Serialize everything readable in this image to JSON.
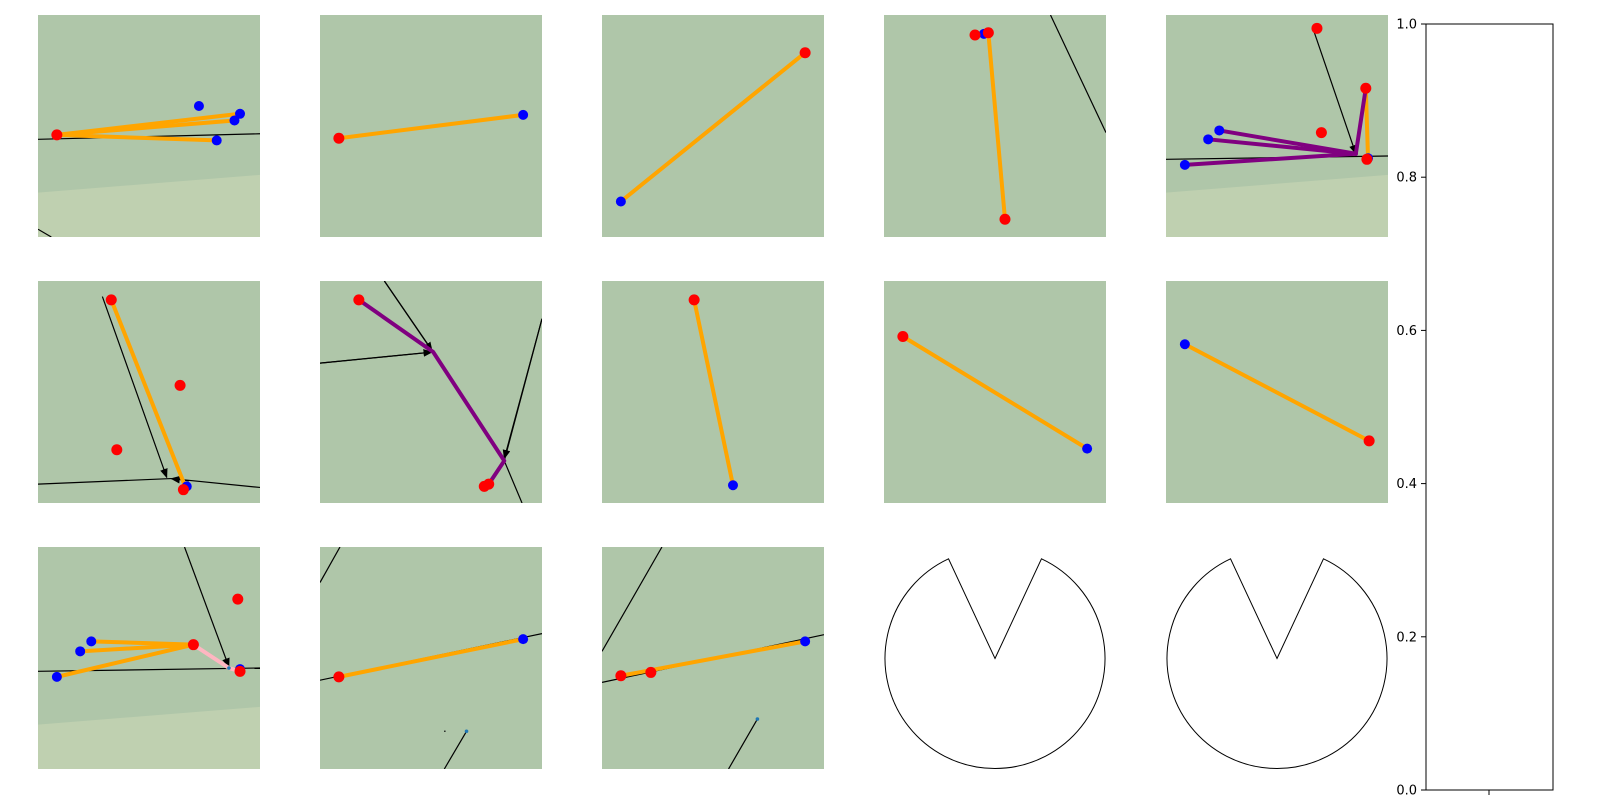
{
  "colors": {
    "background": "#ffffff",
    "field": "#afc6a9",
    "field_light": "#bfd0b0",
    "edge": "#ffa500",
    "path": "#800080",
    "highlight": "#ffb6c1",
    "agent_red": "#ff0000",
    "agent_blue": "#0000ff",
    "wall": "#000000",
    "marker": "#1f77b4"
  },
  "panels": [
    {
      "id": "r1c1",
      "light_band": true,
      "walls": [
        {
          "from": [
            0,
            0.56
          ],
          "to": [
            1,
            0.535
          ]
        },
        {
          "from": [
            0,
            0.965
          ],
          "to": [
            0.06,
            1.0
          ]
        }
      ],
      "arrows": [],
      "red": [
        [
          0.085,
          0.54
        ]
      ],
      "blue": [
        [
          0.725,
          0.41
        ],
        [
          0.91,
          0.445
        ],
        [
          0.885,
          0.475
        ],
        [
          0.805,
          0.565
        ]
      ],
      "edges": [
        {
          "color": "edge",
          "points": [
            [
              0.085,
              0.54
            ],
            [
              0.91,
              0.445
            ]
          ]
        },
        {
          "color": "edge",
          "points": [
            [
              0.085,
              0.54
            ],
            [
              0.885,
              0.475
            ]
          ]
        },
        {
          "color": "edge",
          "points": [
            [
              0.085,
              0.54
            ],
            [
              0.805,
              0.565
            ]
          ]
        }
      ],
      "markers": []
    },
    {
      "id": "r1c2",
      "light_band": false,
      "walls": [],
      "arrows": [],
      "red": [
        [
          0.085,
          0.555
        ]
      ],
      "blue": [
        [
          0.915,
          0.45
        ]
      ],
      "edges": [
        {
          "color": "edge",
          "points": [
            [
              0.085,
              0.555
            ],
            [
              0.915,
              0.45
            ]
          ]
        }
      ],
      "markers": []
    },
    {
      "id": "r1c3",
      "light_band": false,
      "walls": [],
      "arrows": [],
      "red": [
        [
          0.915,
          0.17
        ]
      ],
      "blue": [
        [
          0.085,
          0.84
        ]
      ],
      "edges": [
        {
          "color": "edge",
          "points": [
            [
              0.085,
              0.84
            ],
            [
              0.915,
              0.17
            ]
          ]
        }
      ],
      "markers": []
    },
    {
      "id": "r1c4",
      "light_band": false,
      "walls": [
        {
          "from": [
            0.75,
            0.0
          ],
          "to": [
            1.0,
            0.53
          ]
        }
      ],
      "arrows": [],
      "red": [
        [
          0.41,
          0.09
        ],
        [
          0.47,
          0.08
        ],
        [
          0.545,
          0.92
        ]
      ],
      "blue": [
        [
          0.45,
          0.085
        ]
      ],
      "edges": [
        {
          "color": "edge",
          "points": [
            [
              0.47,
              0.08
            ],
            [
              0.545,
              0.92
            ]
          ]
        }
      ],
      "markers": []
    },
    {
      "id": "r1c5",
      "light_band": true,
      "walls": [
        {
          "from": [
            0,
            0.65
          ],
          "to": [
            1,
            0.635
          ]
        }
      ],
      "arrows": [
        {
          "from": [
            0.66,
            0.055
          ],
          "to": [
            0.855,
            0.625
          ]
        }
      ],
      "red": [
        [
          0.68,
          0.06
        ],
        [
          0.9,
          0.33
        ],
        [
          0.7,
          0.53
        ],
        [
          0.905,
          0.65
        ]
      ],
      "blue": [
        [
          0.24,
          0.52
        ],
        [
          0.19,
          0.56
        ],
        [
          0.085,
          0.675
        ],
        [
          0.91,
          0.645
        ]
      ],
      "edges": [
        {
          "color": "edge",
          "points": [
            [
              0.9,
              0.33
            ],
            [
              0.91,
              0.645
            ]
          ]
        },
        {
          "color": "path",
          "points": [
            [
              0.24,
              0.52
            ],
            [
              0.855,
              0.625
            ]
          ]
        },
        {
          "color": "path",
          "points": [
            [
              0.19,
              0.56
            ],
            [
              0.855,
              0.625
            ]
          ]
        },
        {
          "color": "path",
          "points": [
            [
              0.085,
              0.675
            ],
            [
              0.855,
              0.625
            ]
          ]
        },
        {
          "color": "path",
          "points": [
            [
              0.9,
              0.33
            ],
            [
              0.855,
              0.625
            ]
          ]
        }
      ],
      "markers": []
    },
    {
      "id": "r2c1",
      "light_band": false,
      "walls": [
        {
          "from": [
            0,
            0.915
          ],
          "to": [
            0.6,
            0.89
          ]
        },
        {
          "from": [
            0.6,
            0.89
          ],
          "to": [
            1.0,
            0.93
          ]
        }
      ],
      "arrows": [
        {
          "from": [
            0.29,
            0.07
          ],
          "to": [
            0.58,
            0.885
          ]
        },
        {
          "from": [
            0.68,
            0.9
          ],
          "to": [
            0.6,
            0.89
          ]
        }
      ],
      "red": [
        [
          0.33,
          0.085
        ],
        [
          0.64,
          0.47
        ],
        [
          0.355,
          0.76
        ],
        [
          0.655,
          0.94
        ]
      ],
      "blue": [
        [
          0.67,
          0.925
        ]
      ],
      "edges": [
        {
          "color": "edge",
          "points": [
            [
              0.33,
              0.085
            ],
            [
              0.665,
              0.93
            ]
          ]
        }
      ],
      "markers": []
    },
    {
      "id": "r2c2",
      "light_band": false,
      "walls": [
        {
          "from": [
            0.29,
            0.0
          ],
          "to": [
            0.51,
            0.32
          ]
        },
        {
          "from": [
            0.0,
            0.37
          ],
          "to": [
            0.51,
            0.32
          ]
        },
        {
          "from": [
            1.0,
            0.17
          ],
          "to": [
            0.83,
            0.81
          ]
        },
        {
          "from": [
            0.83,
            0.81
          ],
          "to": [
            0.91,
            1.0
          ]
        }
      ],
      "arrows": [
        {
          "from": [
            0.29,
            0.0
          ],
          "to": [
            0.505,
            0.315
          ]
        },
        {
          "from": [
            0.0,
            0.37
          ],
          "to": [
            0.505,
            0.32
          ]
        },
        {
          "from": [
            1.0,
            0.17
          ],
          "to": [
            0.83,
            0.8
          ]
        }
      ],
      "red": [
        [
          0.175,
          0.085
        ],
        [
          0.74,
          0.925
        ],
        [
          0.76,
          0.915
        ]
      ],
      "blue": [],
      "edges": [
        {
          "color": "path",
          "points": [
            [
              0.175,
              0.085
            ],
            [
              0.51,
              0.32
            ],
            [
              0.83,
              0.81
            ],
            [
              0.76,
              0.915
            ]
          ]
        }
      ],
      "markers": []
    },
    {
      "id": "r2c3",
      "light_band": false,
      "walls": [],
      "arrows": [],
      "red": [
        [
          0.415,
          0.085
        ]
      ],
      "blue": [
        [
          0.59,
          0.92
        ]
      ],
      "edges": [
        {
          "color": "edge",
          "points": [
            [
              0.415,
              0.085
            ],
            [
              0.59,
              0.92
            ]
          ]
        }
      ],
      "markers": []
    },
    {
      "id": "r2c4",
      "light_band": false,
      "walls": [],
      "arrows": [],
      "red": [
        [
          0.085,
          0.25
        ]
      ],
      "blue": [
        [
          0.915,
          0.755
        ]
      ],
      "edges": [
        {
          "color": "edge",
          "points": [
            [
              0.085,
              0.25
            ],
            [
              0.915,
              0.755
            ]
          ]
        }
      ],
      "markers": []
    },
    {
      "id": "r2c5",
      "light_band": false,
      "walls": [],
      "arrows": [],
      "red": [
        [
          0.915,
          0.72
        ]
      ],
      "blue": [
        [
          0.085,
          0.285
        ]
      ],
      "edges": [
        {
          "color": "edge",
          "points": [
            [
              0.085,
              0.285
            ],
            [
              0.915,
              0.72
            ]
          ]
        }
      ],
      "markers": []
    },
    {
      "id": "r3c1",
      "light_band": true,
      "walls": [
        {
          "from": [
            0,
            0.56
          ],
          "to": [
            1,
            0.545
          ]
        }
      ],
      "arrows": [
        {
          "from": [
            0.66,
            0.0
          ],
          "to": [
            0.86,
            0.54
          ]
        }
      ],
      "red": [
        [
          0.9,
          0.235
        ],
        [
          0.7,
          0.44
        ],
        [
          0.91,
          0.56
        ]
      ],
      "blue": [
        [
          0.24,
          0.425
        ],
        [
          0.19,
          0.47
        ],
        [
          0.085,
          0.585
        ],
        [
          0.91,
          0.55
        ]
      ],
      "edges": [
        {
          "color": "edge",
          "points": [
            [
              0.24,
              0.425
            ],
            [
              0.7,
              0.44
            ]
          ]
        },
        {
          "color": "edge",
          "points": [
            [
              0.19,
              0.47
            ],
            [
              0.7,
              0.44
            ]
          ]
        },
        {
          "color": "edge",
          "points": [
            [
              0.085,
              0.585
            ],
            [
              0.7,
              0.44
            ]
          ]
        },
        {
          "color": "highlight",
          "points": [
            [
              0.7,
              0.44
            ],
            [
              0.86,
              0.545
            ],
            [
              0.91,
              0.56
            ]
          ]
        }
      ],
      "markers": [
        [
          0.86,
          0.545
        ]
      ]
    },
    {
      "id": "r3c2",
      "light_band": false,
      "walls": [
        {
          "from": [
            0.0,
            0.16
          ],
          "to": [
            0.09,
            0.0
          ]
        },
        {
          "from": [
            0.0,
            0.6
          ],
          "to": [
            1.0,
            0.39
          ]
        },
        {
          "from": [
            0.56,
            0.83
          ],
          "to": [
            0.56,
            0.83
          ]
        },
        {
          "from": [
            0.565,
            0.83
          ],
          "to": [
            0.56,
            0.83
          ]
        },
        {
          "from": [
            0.565,
            0.83
          ],
          "to": [
            0.56,
            0.83
          ]
        }
      ],
      "arrows": [],
      "red": [
        [
          0.085,
          0.585
        ]
      ],
      "blue": [
        [
          0.915,
          0.415
        ]
      ],
      "edges": [
        {
          "color": "edge",
          "points": [
            [
              0.085,
              0.585
            ],
            [
              0.915,
              0.415
            ]
          ]
        }
      ],
      "markers": [
        [
          0.66,
          0.83
        ]
      ],
      "extra_walls": [
        {
          "from": [
            0.66,
            0.83
          ],
          "to": [
            0.56,
            1.0
          ]
        }
      ]
    },
    {
      "id": "r3c3",
      "light_band": false,
      "walls": [
        {
          "from": [
            0.0,
            0.47
          ],
          "to": [
            0.27,
            0.0
          ]
        },
        {
          "from": [
            0.0,
            0.61
          ],
          "to": [
            1.0,
            0.395
          ]
        }
      ],
      "arrows": [],
      "red": [
        [
          0.085,
          0.58
        ],
        [
          0.22,
          0.565
        ]
      ],
      "blue": [
        [
          0.915,
          0.425
        ]
      ],
      "edges": [
        {
          "color": "edge",
          "points": [
            [
              0.085,
              0.58
            ],
            [
              0.915,
              0.425
            ]
          ]
        }
      ],
      "markers": [
        [
          0.7,
          0.775
        ]
      ],
      "extra_walls": [
        {
          "from": [
            0.7,
            0.775
          ],
          "to": [
            0.57,
            1.0
          ]
        }
      ]
    }
  ],
  "pies": [
    {
      "id": "r3c4",
      "notch_deg": 50
    },
    {
      "id": "r3c5",
      "notch_deg": 50
    }
  ],
  "colorbar": {
    "ticks": [
      "0.0",
      "0.2",
      "0.4",
      "0.6",
      "0.8",
      "1.0"
    ],
    "values": [
      0.0,
      0.2,
      0.4,
      0.6,
      0.8,
      1.0
    ]
  }
}
